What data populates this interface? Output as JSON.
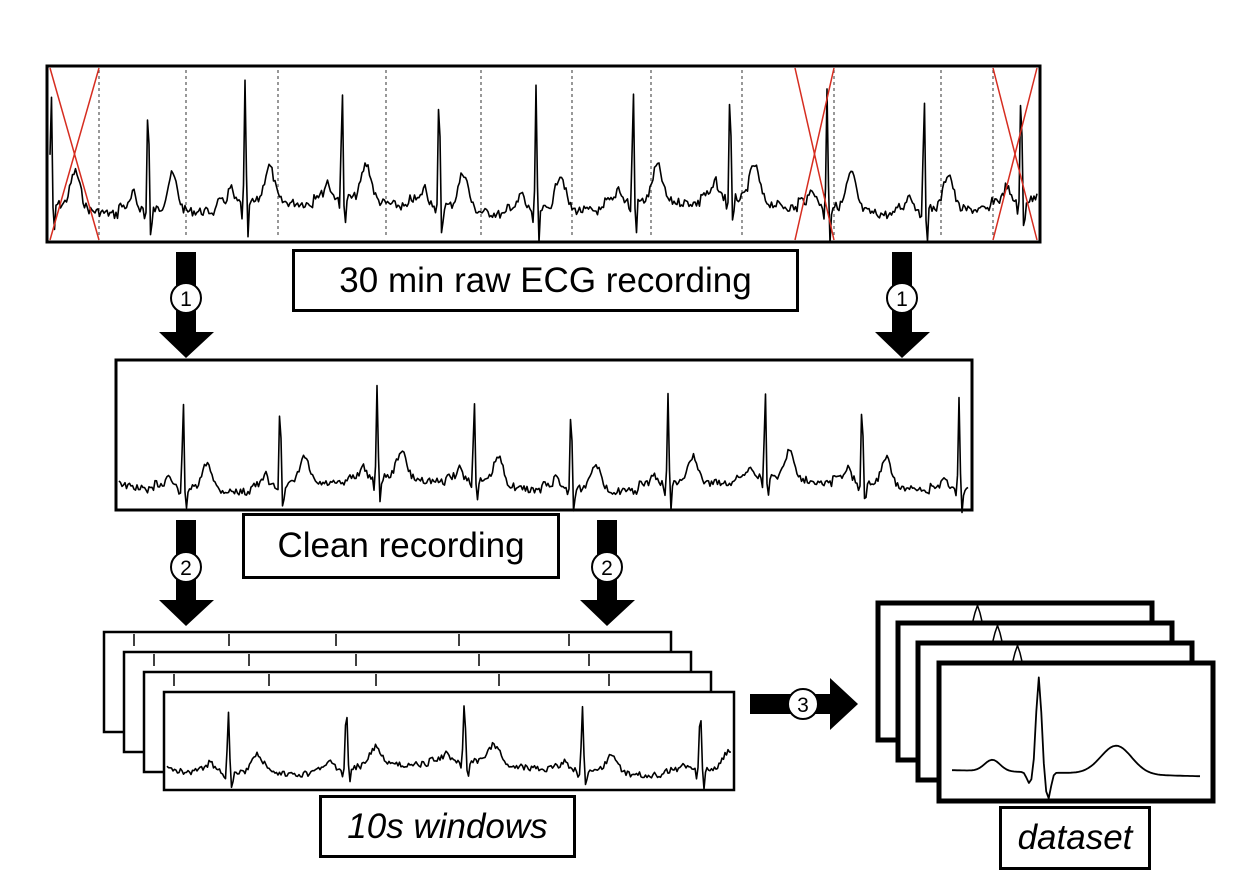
{
  "labels": {
    "raw": "30 min raw ECG recording",
    "clean": "Clean recording",
    "windows": "10s windows",
    "dataset": "dataset"
  },
  "steps": {
    "step1": "1",
    "step2": "2",
    "step3": "3"
  },
  "colors": {
    "trace": "#000000",
    "reject_mark": "#d62d20",
    "beat_marker": "#555555"
  },
  "icons": {
    "arrow": "down-arrow-icon",
    "reject": "red-x-mark-icon"
  }
}
